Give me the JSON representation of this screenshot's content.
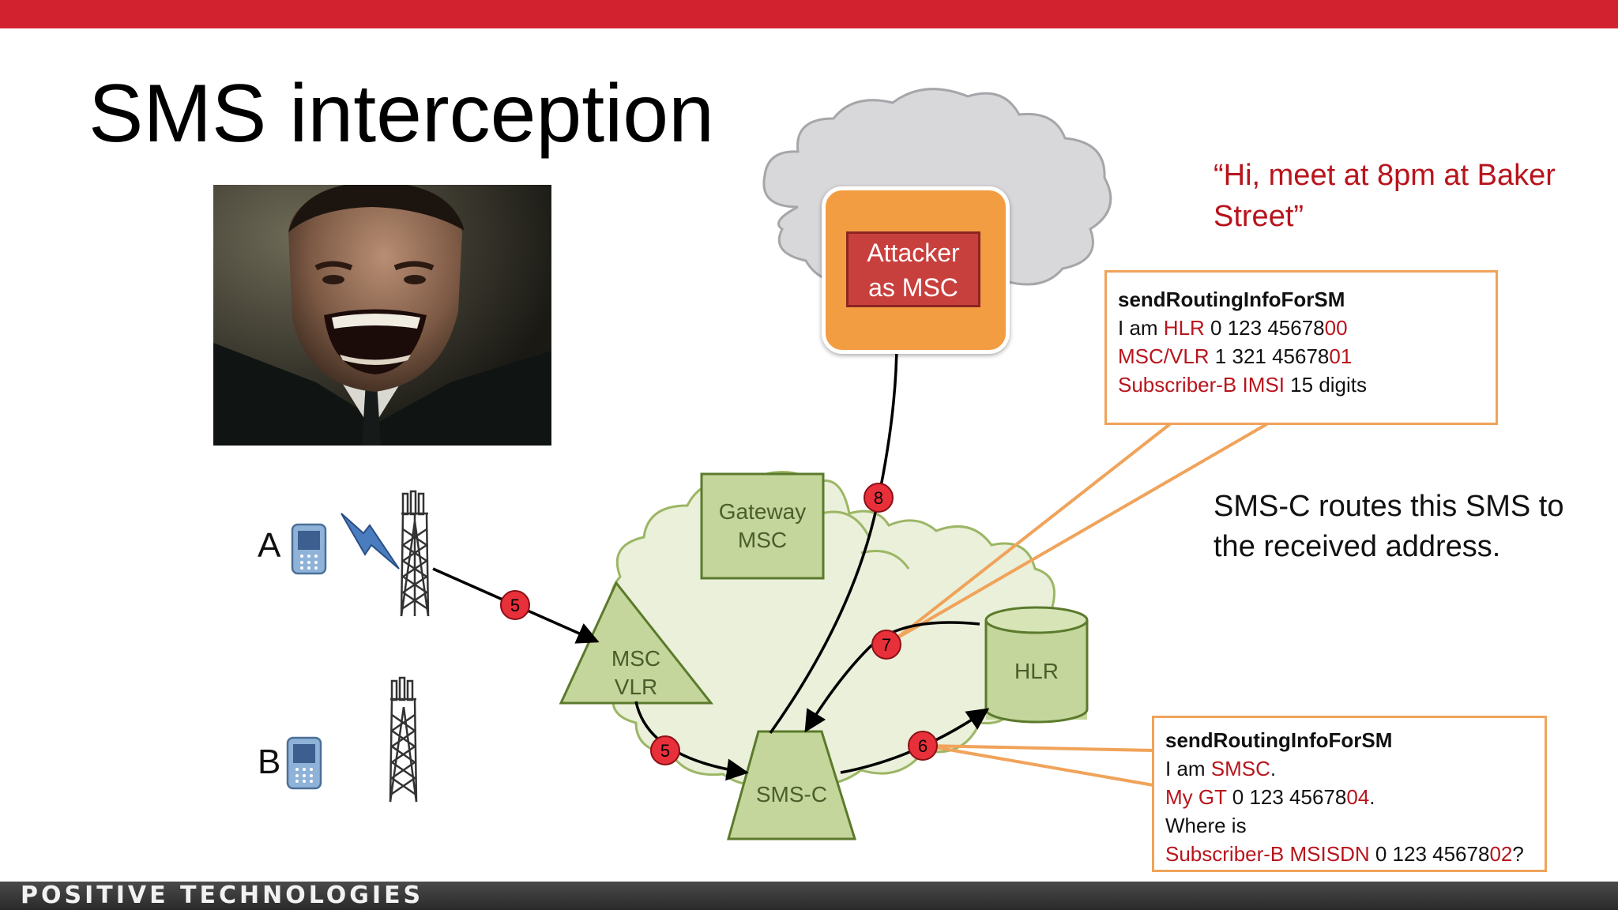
{
  "slide": {
    "title": "SMS interception",
    "footer_brand": "POSITIVE TECHNOLOGIES",
    "quote": "“Hi, meet at 8pm at Baker Street”",
    "routing_note": "SMS-C routes this SMS to the received address."
  },
  "nodes": {
    "subscriber_a": "A",
    "subscriber_b": "B",
    "gateway_msc": [
      "Gateway",
      "MSC"
    ],
    "msc_vlr": [
      "MSC",
      "VLR"
    ],
    "hlr": "HLR",
    "smsc": "SMS-C",
    "attacker": [
      "Attacker",
      "as MSC"
    ]
  },
  "steps": [
    "5",
    "5",
    "6",
    "7",
    "8"
  ],
  "callout_top": {
    "heading": "sendRoutingInfoForSM",
    "l1_prefix": "I am ",
    "l1_red": "HLR",
    "l1_num": " 0 123 45678",
    "l1_tail": "00",
    "l2_red": "MSC/VLR",
    "l2_num": "  1 321 45678",
    "l2_tail": "01",
    "l3_red": "Subscriber-B IMSI",
    "l3_text": " 15 digits"
  },
  "callout_bottom": {
    "heading": "sendRoutingInfoForSM",
    "l1_prefix": "I am ",
    "l1_red": "SMSC",
    "l1_end": ".",
    "l2_red": "My GT",
    "l2_num": " 0 123 45678",
    "l2_tail": "04",
    "l2_end": ".",
    "l3_text": "Where is",
    "l4_red": "Subscriber-B MSISDN",
    "l4_num": " 0 123 45678",
    "l4_tail": "02",
    "l4_end": "?"
  },
  "colors": {
    "brand_red": "#d3222f",
    "text_red": "#b8141c",
    "node_green": "#c4d69b",
    "node_border": "#5b7a2c",
    "attacker_orange": "#f39d43",
    "callout_border": "#f0a35a",
    "step_badge": "#e8303a"
  }
}
